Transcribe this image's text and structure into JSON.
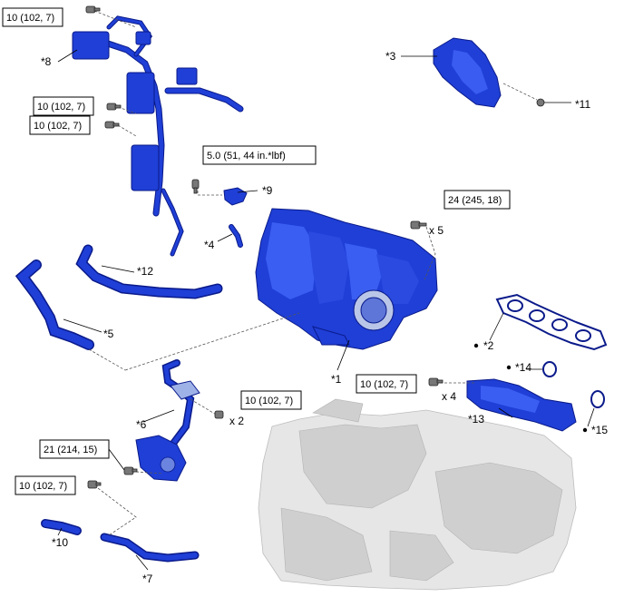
{
  "torque_specs": {
    "t1": "10 (102, 7)",
    "t2": "10 (102, 7)",
    "t3": "10 (102, 7)",
    "t4": "5.0 (51, 44 in.*lbf)",
    "t5": "24 (245, 18)",
    "t6": "10 (102, 7)",
    "t7": "10 (102, 7)",
    "t8": "21 (214, 15)",
    "t9": "10 (102, 7)"
  },
  "quantities": {
    "q1": "x 5",
    "q2": "x 2",
    "q3": "x 4"
  },
  "callouts": {
    "c1": "*1",
    "c2": "*2",
    "c3": "*3",
    "c4": "*4",
    "c5": "*5",
    "c6": "*6",
    "c7": "*7",
    "c8": "*8",
    "c9": "*9",
    "c10": "*10",
    "c11": "*11",
    "c12": "*12",
    "c13": "*13",
    "c14": "*14",
    "c15": "*15"
  },
  "colors": {
    "part": "#1f3fd6",
    "engine": "#e6e6e6"
  }
}
